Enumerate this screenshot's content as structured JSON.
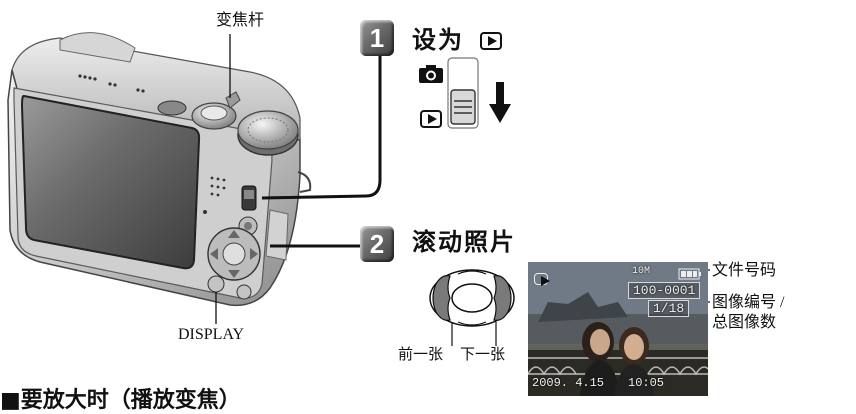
{
  "labels": {
    "zoom_lever": "变焦杆",
    "display_button": "DISPLAY",
    "prev": "前一张",
    "next": "下一张",
    "file_number": "文件号码",
    "image_number_line1": "图像编号 /",
    "image_number_line2": "总图像数"
  },
  "steps": [
    {
      "number": "1",
      "title": "设为"
    },
    {
      "number": "2",
      "title": "滚动照片"
    }
  ],
  "lcd": {
    "resolution": "10M",
    "folder_file": "100-0001",
    "count": "1/18",
    "date": "2009. 4.15",
    "time": "10:05"
  },
  "bottom_heading": "■要放大时（播放变焦）",
  "colors": {
    "step_badge": "#6a6a6a",
    "leader_line": "#111111"
  }
}
